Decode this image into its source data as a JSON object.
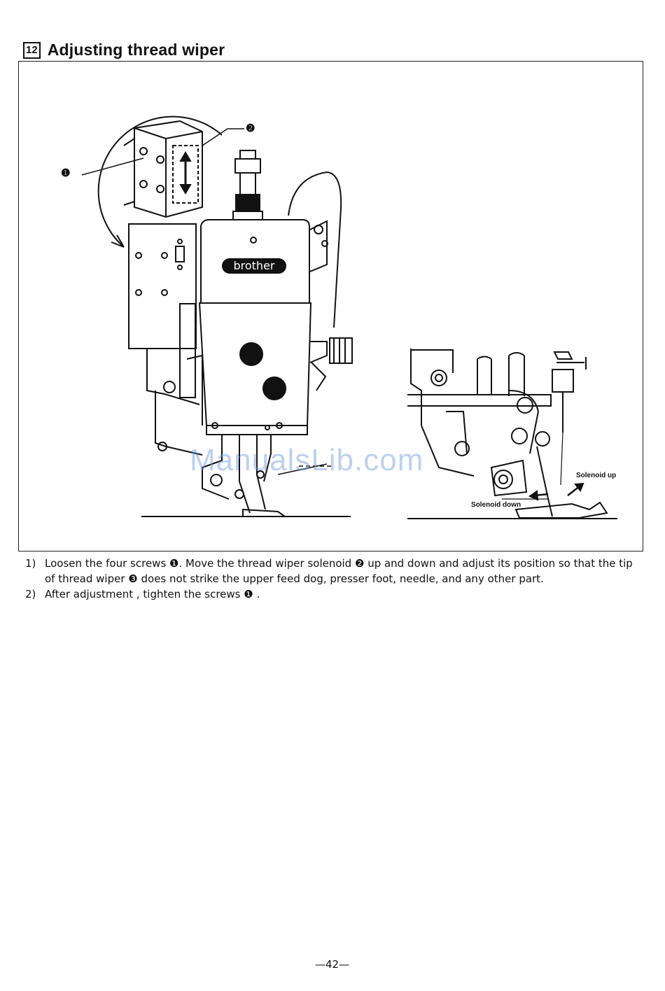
{
  "header": {
    "section_number": "12",
    "title": "Adjusting thread wiper"
  },
  "figure": {
    "callout_1": "❶",
    "callout_2": "❷",
    "brand_logo": "brother",
    "label_solenoid_up": "Solenoid up",
    "label_solenoid_down": "Solenoid down",
    "watermark": "ManualsLib.com"
  },
  "steps": [
    {
      "number": "1)",
      "text": "Loosen the four screws ❶. Move the thread wiper solenoid ❷ up and down and adjust its position so that the tip of thread wiper ❸ does not strike the upper feed dog, presser foot, needle, and any other part."
    },
    {
      "number": "2)",
      "text": "After adjustment , tighten the screws ❶ ."
    }
  ],
  "footer": {
    "page_number": "—42—"
  }
}
